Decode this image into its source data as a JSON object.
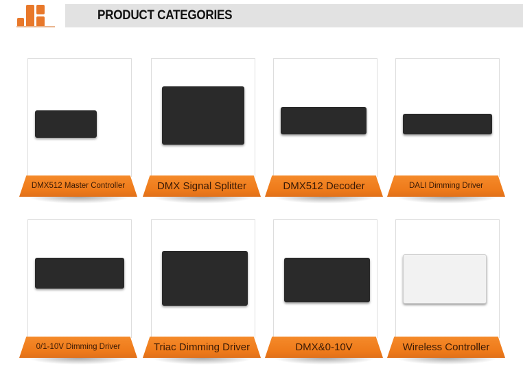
{
  "header": {
    "title": "PRODUCT CATEGORIES"
  },
  "colors": {
    "accent": "#f08020",
    "banner": "#e2e2e2"
  },
  "categories": [
    {
      "label": "DMX512 Master Controller"
    },
    {
      "label": "DMX Signal Splitter"
    },
    {
      "label": "DMX512 Decoder"
    },
    {
      "label": "DALI Dimming Driver"
    },
    {
      "label": "0/1-10V Dimming Driver"
    },
    {
      "label": "Triac Dimming Driver"
    },
    {
      "label": "DMX&0-10V"
    },
    {
      "label": "Wireless Controller"
    }
  ]
}
